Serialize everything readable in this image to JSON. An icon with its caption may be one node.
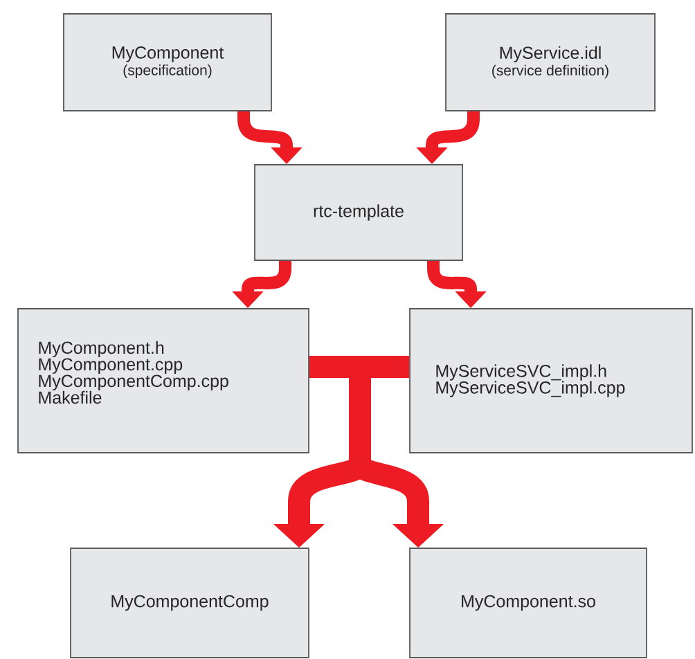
{
  "diagram": {
    "nodes": [
      {
        "text": [
          "MyComponent",
          "(specification)"
        ]
      },
      {
        "text": [
          "MyService.idl",
          "(service definition)"
        ]
      },
      {
        "text": [
          "rtc-template"
        ]
      },
      {
        "text": [
          "MyComponent.h",
          "MyComponent.cpp",
          "MyComponentComp.cpp",
          "Makefile"
        ]
      },
      {
        "text": [
          "MyServiceSVC_impl.h",
          "MyServiceSVC_impl.cpp"
        ]
      },
      {
        "text": [
          "MyComponentComp"
        ]
      },
      {
        "text": [
          "MyComponent.so"
        ]
      }
    ],
    "edges": [
      {
        "from": 0,
        "to": 2,
        "arrow": "to"
      },
      {
        "from": 1,
        "to": 2,
        "arrow": "to"
      },
      {
        "from": 2,
        "to": 3,
        "arrow": "to"
      },
      {
        "from": 2,
        "to": 4,
        "arrow": "to"
      },
      {
        "from": 3,
        "to": 5,
        "arrow": "to"
      },
      {
        "from": 3,
        "to": 6,
        "arrow": "to"
      },
      {
        "from": 4,
        "to": 5,
        "arrow": "to"
      },
      {
        "from": 4,
        "to": 6,
        "arrow": "to"
      }
    ]
  }
}
